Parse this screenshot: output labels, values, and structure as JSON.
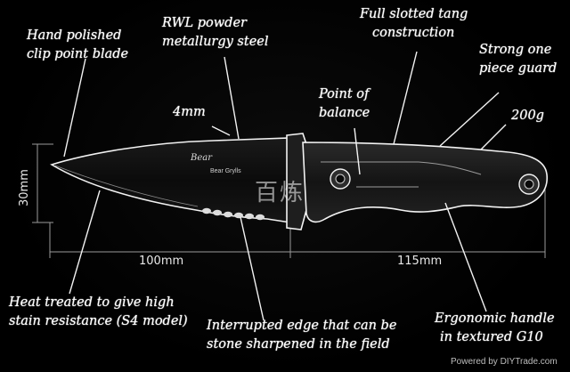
{
  "labels": {
    "hand_polished": [
      "Hand polished",
      "clip point blade"
    ],
    "rwl_steel": [
      "RWL powder",
      "metallurgy steel"
    ],
    "full_tang": [
      "Full slotted tang",
      "construction"
    ],
    "strong_guard": [
      "Strong one",
      "piece guard"
    ],
    "point_balance": [
      "Point of",
      "balance"
    ],
    "thickness": "4mm",
    "weight": "200g",
    "heat_treated": [
      "Heat treated to give high",
      "stain resistance (S4 model)"
    ],
    "interrupted_edge": [
      "Interrupted edge that can be",
      "stone sharpened in the field"
    ],
    "ergonomic": [
      "Ergonomic handle",
      "in textured G10"
    ]
  },
  "dimensions": {
    "blade_height": "30mm",
    "blade_length": "100mm",
    "handle_length": "115mm"
  },
  "blade_marks": {
    "logo": "Bear Grylls",
    "signature": "Bear"
  },
  "watermark": "百炼",
  "footer": "Powered by DIYTrade.com"
}
